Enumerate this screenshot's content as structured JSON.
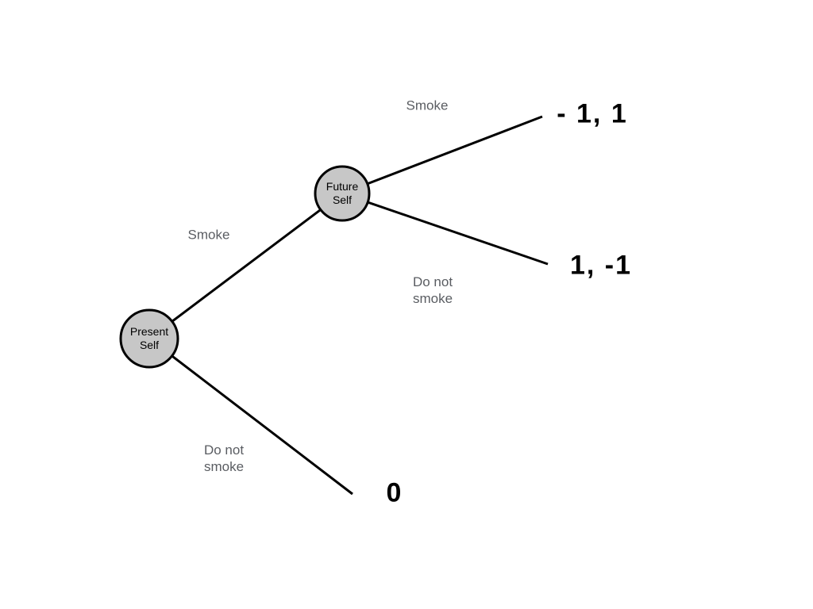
{
  "diagram": {
    "type": "game-tree",
    "colors": {
      "background": "#ffffff",
      "node_fill": "#c7c7c7",
      "node_stroke": "#000000",
      "edge_stroke": "#000000",
      "edge_label_text": "#5a5d62",
      "payoff_text": "#000000"
    },
    "nodes": [
      {
        "id": "present-self",
        "label": "Present\nSelf"
      },
      {
        "id": "future-self",
        "label": "Future\nSelf"
      }
    ],
    "edges": [
      {
        "from": "present-self",
        "to": "future-self",
        "label": "Smoke"
      },
      {
        "from": "present-self",
        "to": "payoff-zero",
        "label": "Do not\nsmoke"
      },
      {
        "from": "future-self",
        "to": "payoff-smoke",
        "label": "Smoke"
      },
      {
        "from": "future-self",
        "to": "payoff-do-not-smoke",
        "label": "Do not\nsmoke"
      }
    ],
    "payoffs": [
      {
        "id": "payoff-smoke",
        "value": "- 1, 1"
      },
      {
        "id": "payoff-do-not-smoke",
        "value": "1, -1"
      },
      {
        "id": "payoff-zero",
        "value": "0"
      }
    ]
  }
}
